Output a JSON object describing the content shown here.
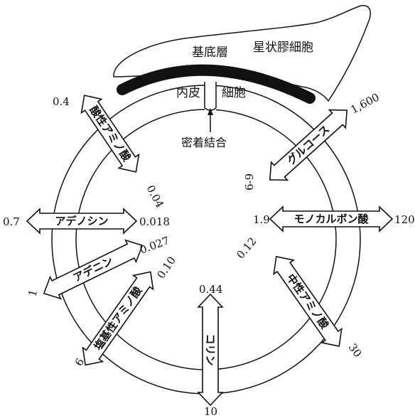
{
  "labels": {
    "astrocyte": "星状膠細胞",
    "basement_membrane": "基底層",
    "endothelium": "内皮",
    "cell": "細胞",
    "tight_junction": "密着結合"
  },
  "transporters": {
    "acidic": {
      "name": "酸性アミノ酸",
      "outer": "0.4",
      "inner": "0.04"
    },
    "glucose": {
      "name": "グルコース",
      "outer": "1,600",
      "inner": "6-9"
    },
    "adenosine": {
      "name": "アデノシン",
      "outer": "0.7",
      "inner": "0.018"
    },
    "monocarboxylic": {
      "name": "モノカルボン酸",
      "outer": "120",
      "inner": "1.9"
    },
    "adenine": {
      "name": "アデニン",
      "outer": "1",
      "inner": "0.027"
    },
    "neutral": {
      "name": "中性アミノ酸",
      "outer": "30",
      "inner": "0.12"
    },
    "basic": {
      "name": "塩基性アミノ酸",
      "outer": "6",
      "inner": "0.10"
    },
    "choline": {
      "name": "コリン",
      "outer": "10",
      "inner": "0.44"
    }
  }
}
